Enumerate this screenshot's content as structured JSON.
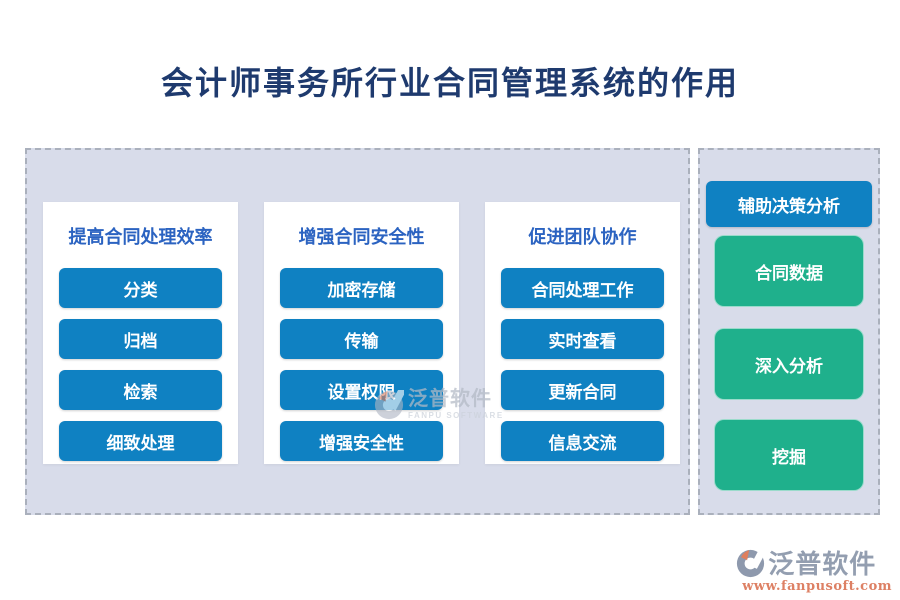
{
  "title": "会计师事务所行业合同管理系统的作用",
  "groups": [
    {
      "header": "提高合同处理效率",
      "items": [
        "分类",
        "归档",
        "检索",
        "细致处理"
      ]
    },
    {
      "header": "增强合同安全性",
      "items": [
        "加密存储",
        "传输",
        "设置权限",
        "增强安全性"
      ]
    },
    {
      "header": "促进团队协作",
      "items": [
        "合同处理工作",
        "实时查看",
        "更新合同",
        "信息交流"
      ]
    }
  ],
  "side_panel": {
    "primary": "辅助决策分析",
    "items": [
      "合同数据",
      "深入分析",
      "挖掘"
    ]
  },
  "watermark": {
    "name": "泛普软件",
    "subtitle": "FANPU SOFTWARE"
  },
  "footer": {
    "name": "泛普软件",
    "url": "www.fanpusoft.com"
  },
  "colors": {
    "title_navy": "#1e3a6e",
    "header_blue": "#2b63c1",
    "button_blue": "#0f81c2",
    "button_green": "#1fb08c",
    "panel_bg": "#d8dcea",
    "panel_border": "#aab0bc",
    "logo_gray": "#8e99ad",
    "logo_orange": "#df7f5e",
    "url_orange": "#dd8064"
  },
  "icons": {
    "logo": "fanpu-logo-icon"
  }
}
